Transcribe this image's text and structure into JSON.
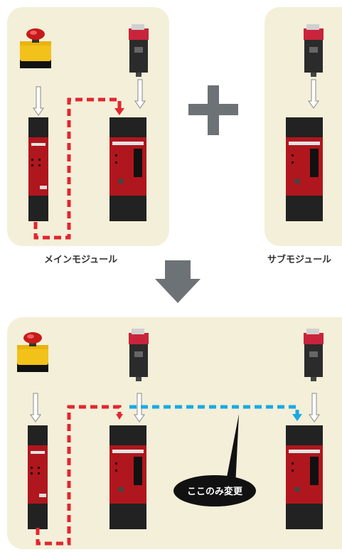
{
  "labels": {
    "main_module": "メインモジュール",
    "sub_module": "サブモジュール",
    "callout": "ここのみ変更"
  },
  "colors": {
    "panel_bg": "#f3efd9",
    "red_dash": "#e3262e",
    "blue_dash": "#1aa9e3",
    "arrow_gray": "#6d7277",
    "callout_bg": "#111111"
  },
  "icons": [
    "emergency-stop-switch-icon",
    "door-interlock-switch-icon",
    "safety-relay-module-icon",
    "plus-icon",
    "down-arrow-icon"
  ]
}
